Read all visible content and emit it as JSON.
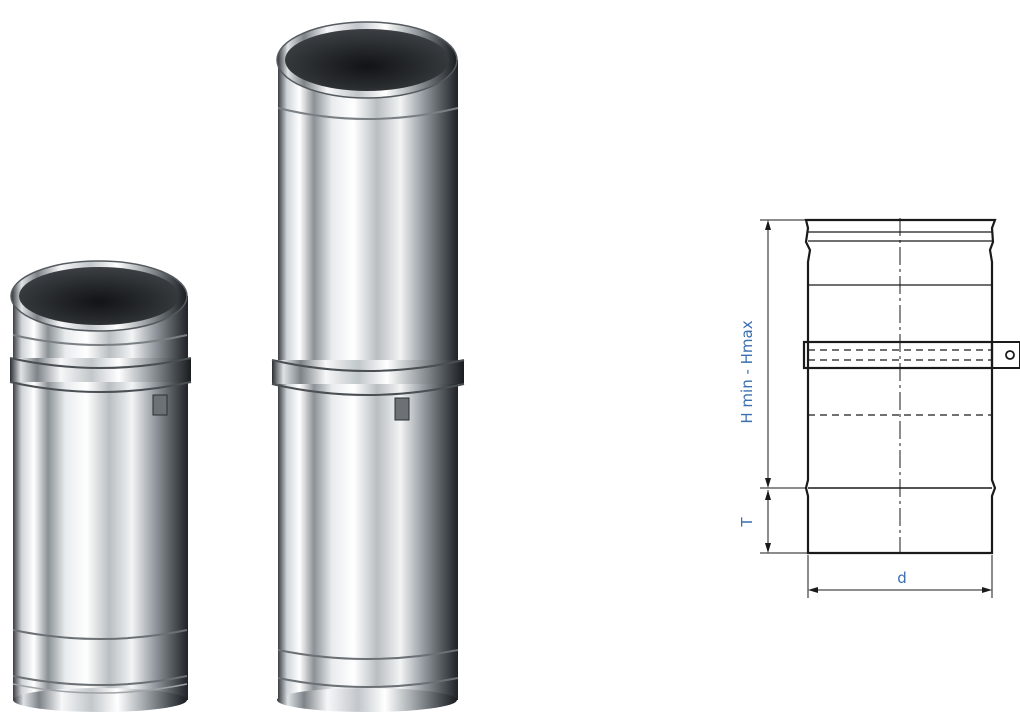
{
  "drawing": {
    "labels": {
      "height_range": "H min - Hmax",
      "thickness": "T",
      "diameter": "d"
    },
    "colors": {
      "label_blue": "#3a6fb0",
      "line": "#1a1a1a",
      "steel_dark": "#2b2f33",
      "steel_light": "#f4f6f7"
    }
  }
}
